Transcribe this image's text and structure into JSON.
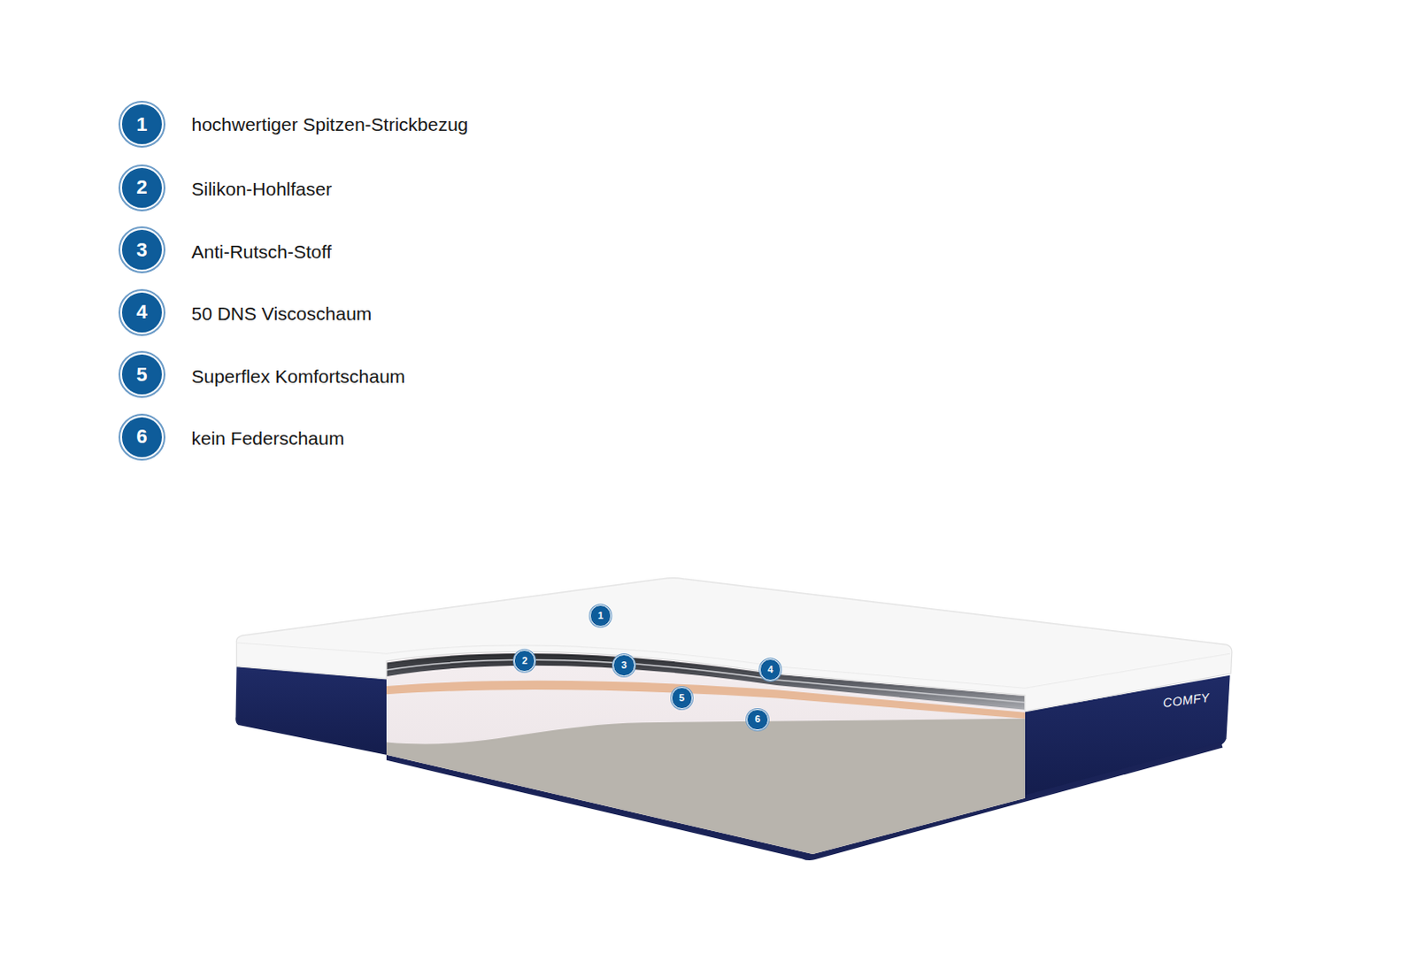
{
  "diagram": {
    "nodes": [
      {
        "text": [
          "1"
        ]
      },
      {
        "text": [
          "2"
        ]
      },
      {
        "text": [
          "3"
        ]
      },
      {
        "text": [
          "4"
        ]
      },
      {
        "text": [
          "5"
        ]
      },
      {
        "text": [
          "6"
        ]
      },
      {
        "text": [
          "1"
        ]
      },
      {
        "text": [
          "2"
        ]
      },
      {
        "text": [
          "3"
        ]
      },
      {
        "text": [
          "4"
        ]
      },
      {
        "text": [
          "5"
        ]
      },
      {
        "text": [
          "6"
        ]
      }
    ],
    "labels": [
      "hochwertiger Spitzen-Strickbezug",
      "Silikon-Hohlfaser",
      "Anti-Rutsch-Stoff",
      "50 DNS Viscoschaum",
      "Superflex Komfortschaum",
      "kein Federschaum",
      "COMFY"
    ]
  }
}
